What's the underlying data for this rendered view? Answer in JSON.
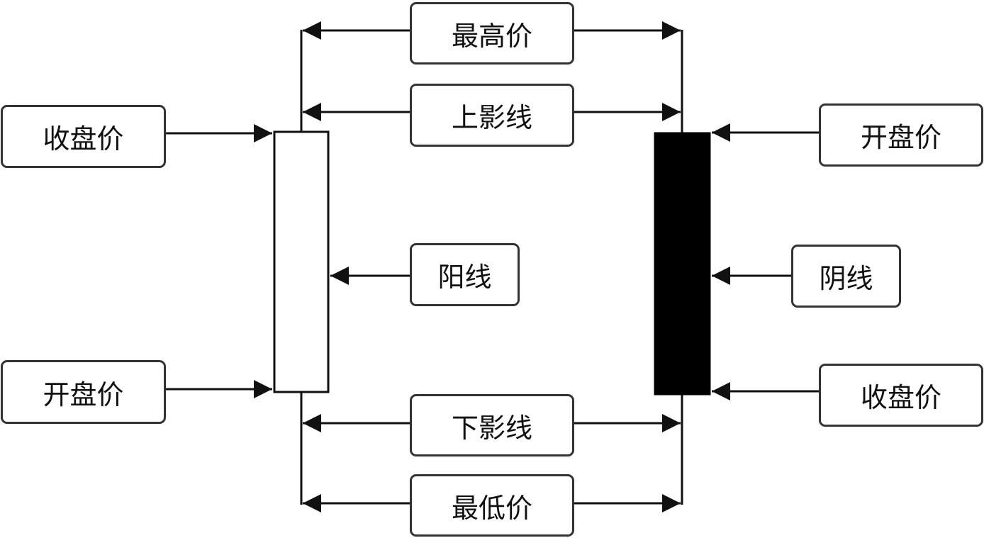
{
  "diagram": {
    "labels": {
      "high": "最高价",
      "upper_shadow": "上影线",
      "lower_shadow": "下影线",
      "low": "最低价",
      "yang_close": "收盘价",
      "yang_open": "开盘价",
      "yang_line": "阳线",
      "yin_open": "开盘价",
      "yin_close": "收盘价",
      "yin_line": "阴线"
    },
    "colors": {
      "yang_candle_fill": "#ffffff",
      "yin_candle_fill": "#000000",
      "line": "#111111",
      "box_border": "#333333"
    }
  }
}
